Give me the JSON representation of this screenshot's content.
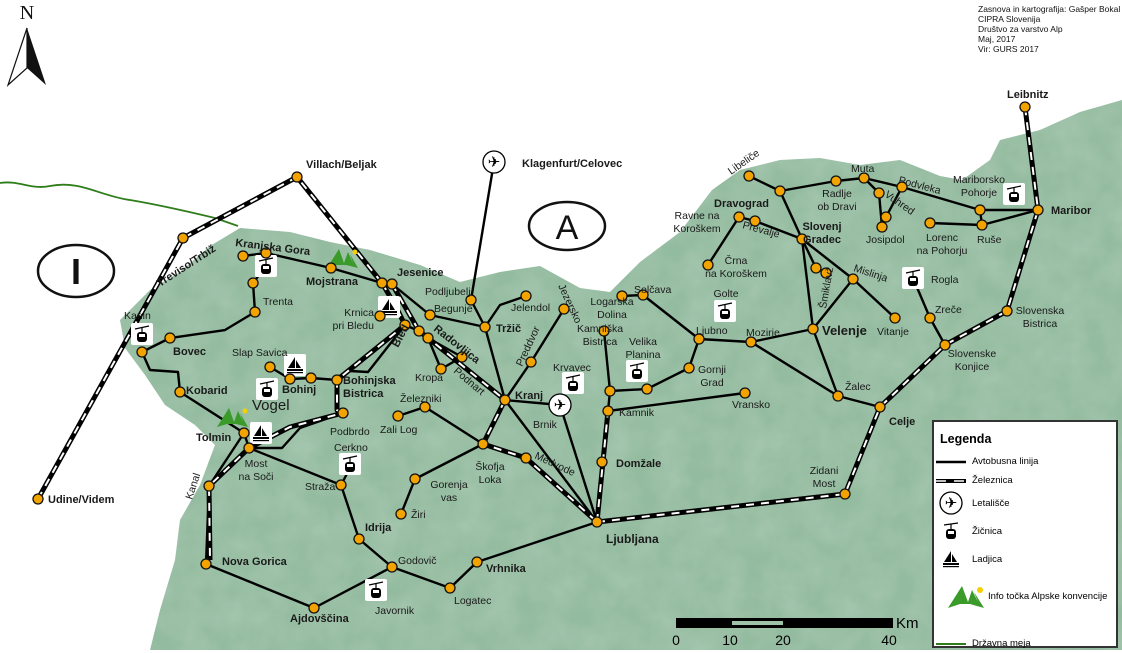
{
  "north": "N",
  "credits": [
    "Zasnova in kartografija: Gašper Bokal",
    "CIPRA Slovenija",
    "Društvo za varstvo Alp",
    "Maj, 2017",
    "Vir: GURS 2017"
  ],
  "countries": {
    "italy": "I",
    "austria": "A"
  },
  "towns": {
    "udine": "Udine/Videm",
    "trbiz": "Treviso/Trbiž",
    "villach": "Villach/Beljak",
    "klagenfurt": "Klagenfurt/Celovec",
    "leibnitz": "Leibnitz",
    "kranjska_gora": "Kranjska Gora",
    "mojstrana": "Mojstrana",
    "jesenice": "Jesenice",
    "podljubelj": "Podljubelj",
    "begunje": "Begunje",
    "trenta": "Trenta",
    "krnica": [
      "Krnica",
      "pri Bledu"
    ],
    "kanin": "Kanin",
    "bovec": "Bovec",
    "slap_savica": "Slap Savica",
    "bohinj": "Bohinj",
    "vogel": "Vogel",
    "bohinjska_bistrica": [
      "Bohinjska",
      "Bistrica"
    ],
    "kobarid": "Kobarid",
    "tolmin": "Tolmin",
    "most_na_soci": [
      "Most",
      "na Soči"
    ],
    "kanal": "Kanal",
    "nova_gorica": "Nova Gorica",
    "ajdovscina": "Ajdovščina",
    "javornik": "Javornik",
    "godovic": "Godovič",
    "logatec": "Logatec",
    "vrhnika": "Vrhnika",
    "idrija": "Idrija",
    "straza": "Straža",
    "cerkno": "Cerkno",
    "podbrdo": "Podbrdo",
    "zali_log": "Zali Log",
    "zelezniki": "Železniki",
    "kropa": "Kropa",
    "bled": "Bled",
    "radovljica": "Radovljica",
    "podnart": "Podnart",
    "trzic": "Tržič",
    "jelendol": "Jelendol",
    "jezersko": "Jezersko",
    "preddvor": "Preddvor",
    "krvavec": "Krvavec",
    "kranj": "Kranj",
    "brnik": "Brnik",
    "medvode": "Medvode",
    "skofja_loka": [
      "Škofja",
      "Loka"
    ],
    "gorenja_vas": [
      "Gorenja",
      "vas"
    ],
    "ziri": "Žiri",
    "ljubljana": "Ljubljana",
    "domzale": "Domžale",
    "kamnik": "Kamnik",
    "kamniska_bistrica": [
      "Kamniška",
      "Bistrica"
    ],
    "logarska_dolina": [
      "Logarska",
      "Dolina"
    ],
    "solcava": "Solčava",
    "velika_planina": [
      "Velika",
      "Planina"
    ],
    "gornji_grad": [
      "Gornji",
      "Grad"
    ],
    "ljubno": "Ljubno",
    "golte": "Golte",
    "mozirje": "Mozirje",
    "vransko": "Vransko",
    "velenje": "Velenje",
    "slovenj_gradec": [
      "Slovenj",
      "Gradec"
    ],
    "smiklavz": "Šmiklavž",
    "mislinja": "Mislinja",
    "vitanje": "Vitanje",
    "zalec": "Žalec",
    "celje": "Celje",
    "zidani_most": [
      "Zidani",
      "Most"
    ],
    "dravograd": "Dravograd",
    "ravne": [
      "Ravne na",
      "Koroškem"
    ],
    "prevalje": "Prevalje",
    "crna": [
      "Črna",
      "na Koroškem"
    ],
    "libelisce": "Libeliče",
    "radlje": [
      "Radlje",
      "ob Dravi"
    ],
    "muta": "Muta",
    "podvleka": "Podvleka",
    "vuhred": "Vuhred",
    "josipdol": "Josipdol",
    "lorenc": [
      "Lorenc",
      "na Pohorju"
    ],
    "ruse": "Ruše",
    "mariborsko_pohorje": [
      "Mariborsko",
      "Pohorje"
    ],
    "maribor": "Maribor",
    "rogla": "Rogla",
    "zrece": "Zreče",
    "slovenske_konjice": [
      "Slovenske",
      "Konjice"
    ],
    "slovenska_bistrica": [
      "Slovenska",
      "Bistrica"
    ]
  },
  "scale": {
    "ticks": [
      "0",
      "10",
      "20",
      "40"
    ],
    "unit": "Km"
  },
  "legend": {
    "title": "Legenda",
    "items": [
      {
        "icon": "bus-line-icon",
        "label": "Avtobusna linija"
      },
      {
        "icon": "railway-icon",
        "label": "Železnica"
      },
      {
        "icon": "airport-icon",
        "label": "Letališče"
      },
      {
        "icon": "cable-car-icon",
        "label": "Žičnica"
      },
      {
        "icon": "boat-icon",
        "label": "Ladjica"
      },
      {
        "icon": "info-point-icon",
        "label": "Info točka Alpske konvencije"
      },
      {
        "icon": "border-icon",
        "label": "Državna meja"
      }
    ]
  },
  "colors": {
    "land": "#93bb9f",
    "dot": "#f2a300",
    "border": "#2e7d1a",
    "info": "#3a9a2a"
  }
}
